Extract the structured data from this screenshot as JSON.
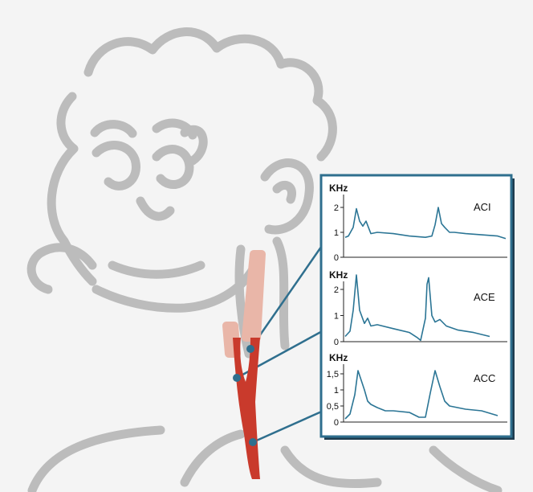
{
  "colors": {
    "background": "#f4f4f4",
    "outline": "#bdbdbd",
    "artery": "#c93a2c",
    "artery_faded": "#e9b6a8",
    "panel_border": "#2f6f8e",
    "waveform": "#2b7595",
    "leader_line": "#2f6f8e"
  },
  "panels": [
    {
      "unit": "KHz",
      "name": "ACI",
      "ticks": [
        "2",
        "1",
        "0"
      ],
      "tick_values": [
        2,
        1,
        0
      ],
      "ylim": [
        0,
        2.5
      ]
    },
    {
      "unit": "KHz",
      "name": "ACE",
      "ticks": [
        "2",
        "1",
        "0"
      ],
      "tick_values": [
        2,
        1,
        0
      ],
      "ylim": [
        0,
        2.5
      ]
    },
    {
      "unit": "KHz",
      "name": "ACC",
      "ticks": [
        "1,5",
        "1",
        "0,5",
        "0"
      ],
      "tick_values": [
        1.5,
        1,
        0.5,
        0
      ],
      "ylim": [
        0,
        1.8
      ]
    }
  ],
  "chart_data": [
    {
      "type": "line",
      "series": [
        {
          "x": [
            0,
            0.02,
            0.05,
            0.07,
            0.09,
            0.11,
            0.13,
            0.16,
            0.2,
            0.3,
            0.4,
            0.5,
            0.54,
            0.56,
            0.58,
            0.6,
            0.62,
            0.65,
            0.68,
            0.75,
            0.85,
            0.95,
            1.0
          ],
          "y": [
            0.8,
            0.85,
            1.2,
            1.95,
            1.45,
            1.25,
            1.45,
            0.95,
            1.0,
            0.95,
            0.85,
            0.8,
            0.85,
            1.3,
            2.0,
            1.35,
            1.2,
            1.0,
            1.0,
            0.95,
            0.9,
            0.85,
            0.75
          ]
        }
      ],
      "ylabel": "KHz",
      "ylim": [
        0,
        2.5
      ]
    },
    {
      "type": "line",
      "series": [
        {
          "x": [
            0,
            0.03,
            0.05,
            0.07,
            0.09,
            0.12,
            0.14,
            0.16,
            0.2,
            0.3,
            0.4,
            0.45,
            0.47,
            0.5,
            0.51,
            0.52,
            0.54,
            0.56,
            0.59,
            0.63,
            0.7,
            0.8,
            0.9
          ],
          "y": [
            0.2,
            0.4,
            1.2,
            2.55,
            1.2,
            0.7,
            0.9,
            0.6,
            0.65,
            0.5,
            0.35,
            0.15,
            0.05,
            0.9,
            2.2,
            2.45,
            1.0,
            0.75,
            0.85,
            0.6,
            0.45,
            0.35,
            0.2
          ]
        }
      ],
      "ylabel": "KHz",
      "ylim": [
        0,
        2.5
      ]
    },
    {
      "type": "line",
      "series": [
        {
          "x": [
            0,
            0.03,
            0.06,
            0.08,
            0.1,
            0.12,
            0.14,
            0.16,
            0.2,
            0.25,
            0.3,
            0.4,
            0.46,
            0.5,
            0.53,
            0.56,
            0.59,
            0.62,
            0.65,
            0.75,
            0.85,
            0.95
          ],
          "y": [
            0.1,
            0.25,
            0.85,
            1.6,
            1.3,
            1.0,
            0.65,
            0.55,
            0.45,
            0.35,
            0.35,
            0.3,
            0.15,
            0.15,
            0.9,
            1.6,
            1.1,
            0.65,
            0.5,
            0.4,
            0.35,
            0.2
          ]
        }
      ],
      "ylabel": "KHz",
      "ylim": [
        0,
        1.8
      ]
    }
  ]
}
